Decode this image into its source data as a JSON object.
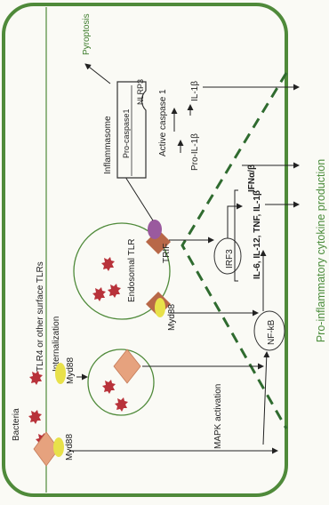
{
  "labels": {
    "bacteria": "Bacteria",
    "tlr4": "TLR4 or other surface TLRs",
    "internalization": "Internalization",
    "myd88_surface": "Myd88",
    "myd88_vesicle": "Myd88",
    "myd88_endosome": "Myd88",
    "mapk": "MAPK activation",
    "endosomal_tlr": "Endosomal TLR",
    "trif": "TRIF",
    "irf3": "IRF3",
    "nfkb": "NF-kB",
    "cytokines": "IL-6, IL-12, TNF, IL-1β",
    "ifn": "IFNα/β",
    "inflammasome": "Inflammasome",
    "nlrp3": "NLRP3",
    "procaspase": "Pro-caspase1",
    "active_caspase": "Active caspase 1",
    "pro_il1b": "Pro-IL-1β",
    "il1b": "IL-1β",
    "pyroptosis": "Pyroptosis",
    "side_title": "Pro-inflammatory cytokine production"
  },
  "colors": {
    "cell_border": "#4f8a3a",
    "dashed": "#2f6b2f",
    "bacteria": "#b8323a",
    "tlr": "#e6a27e",
    "myd88": "#e8e14a",
    "trif": "#9a5a9e",
    "title_text": "#4a8c3a",
    "ink": "#222222"
  }
}
